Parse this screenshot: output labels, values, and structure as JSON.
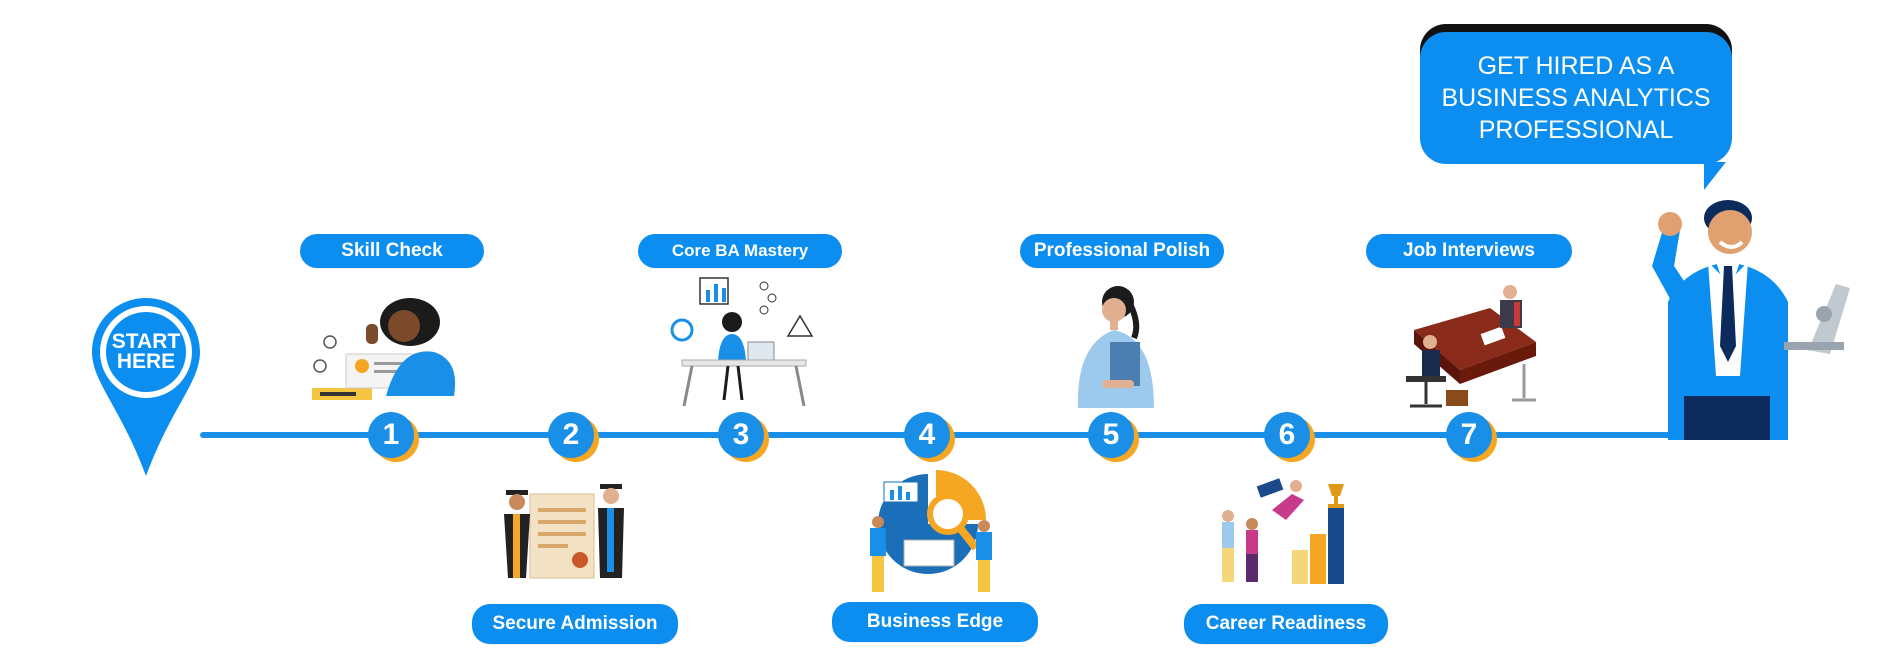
{
  "start_pin": {
    "line1": "START",
    "line2": "HERE",
    "icon": "map-pin-icon"
  },
  "goal_bubble": {
    "lines": [
      "GET HIRED AS A",
      "BUSINESS ANALYTICS",
      "PROFESSIONAL"
    ]
  },
  "steps": [
    {
      "number": "1",
      "label": "Skill Check",
      "position": "top",
      "illustration": "person-with-certificate"
    },
    {
      "number": "2",
      "label": "Secure Admission",
      "position": "bottom",
      "illustration": "graduates-with-diploma"
    },
    {
      "number": "3",
      "label": "Core BA Mastery",
      "position": "top",
      "illustration": "person-at-desk-with-charts"
    },
    {
      "number": "4",
      "label": "Business Edge",
      "position": "bottom",
      "illustration": "analysts-with-magnifier"
    },
    {
      "number": "5",
      "label": "Professional Polish",
      "position": "top",
      "illustration": "woman-holding-folder"
    },
    {
      "number": "6",
      "label": "Career Readiness",
      "position": "bottom",
      "illustration": "team-climbing-bar-chart"
    },
    {
      "number": "7",
      "label": "Job Interviews",
      "position": "top",
      "illustration": "interview-at-desk"
    }
  ],
  "colors": {
    "primary": "#0b8ef0",
    "timeline": "#1a8fe8",
    "accent": "#f5a623",
    "navy": "#0d2a5c"
  }
}
